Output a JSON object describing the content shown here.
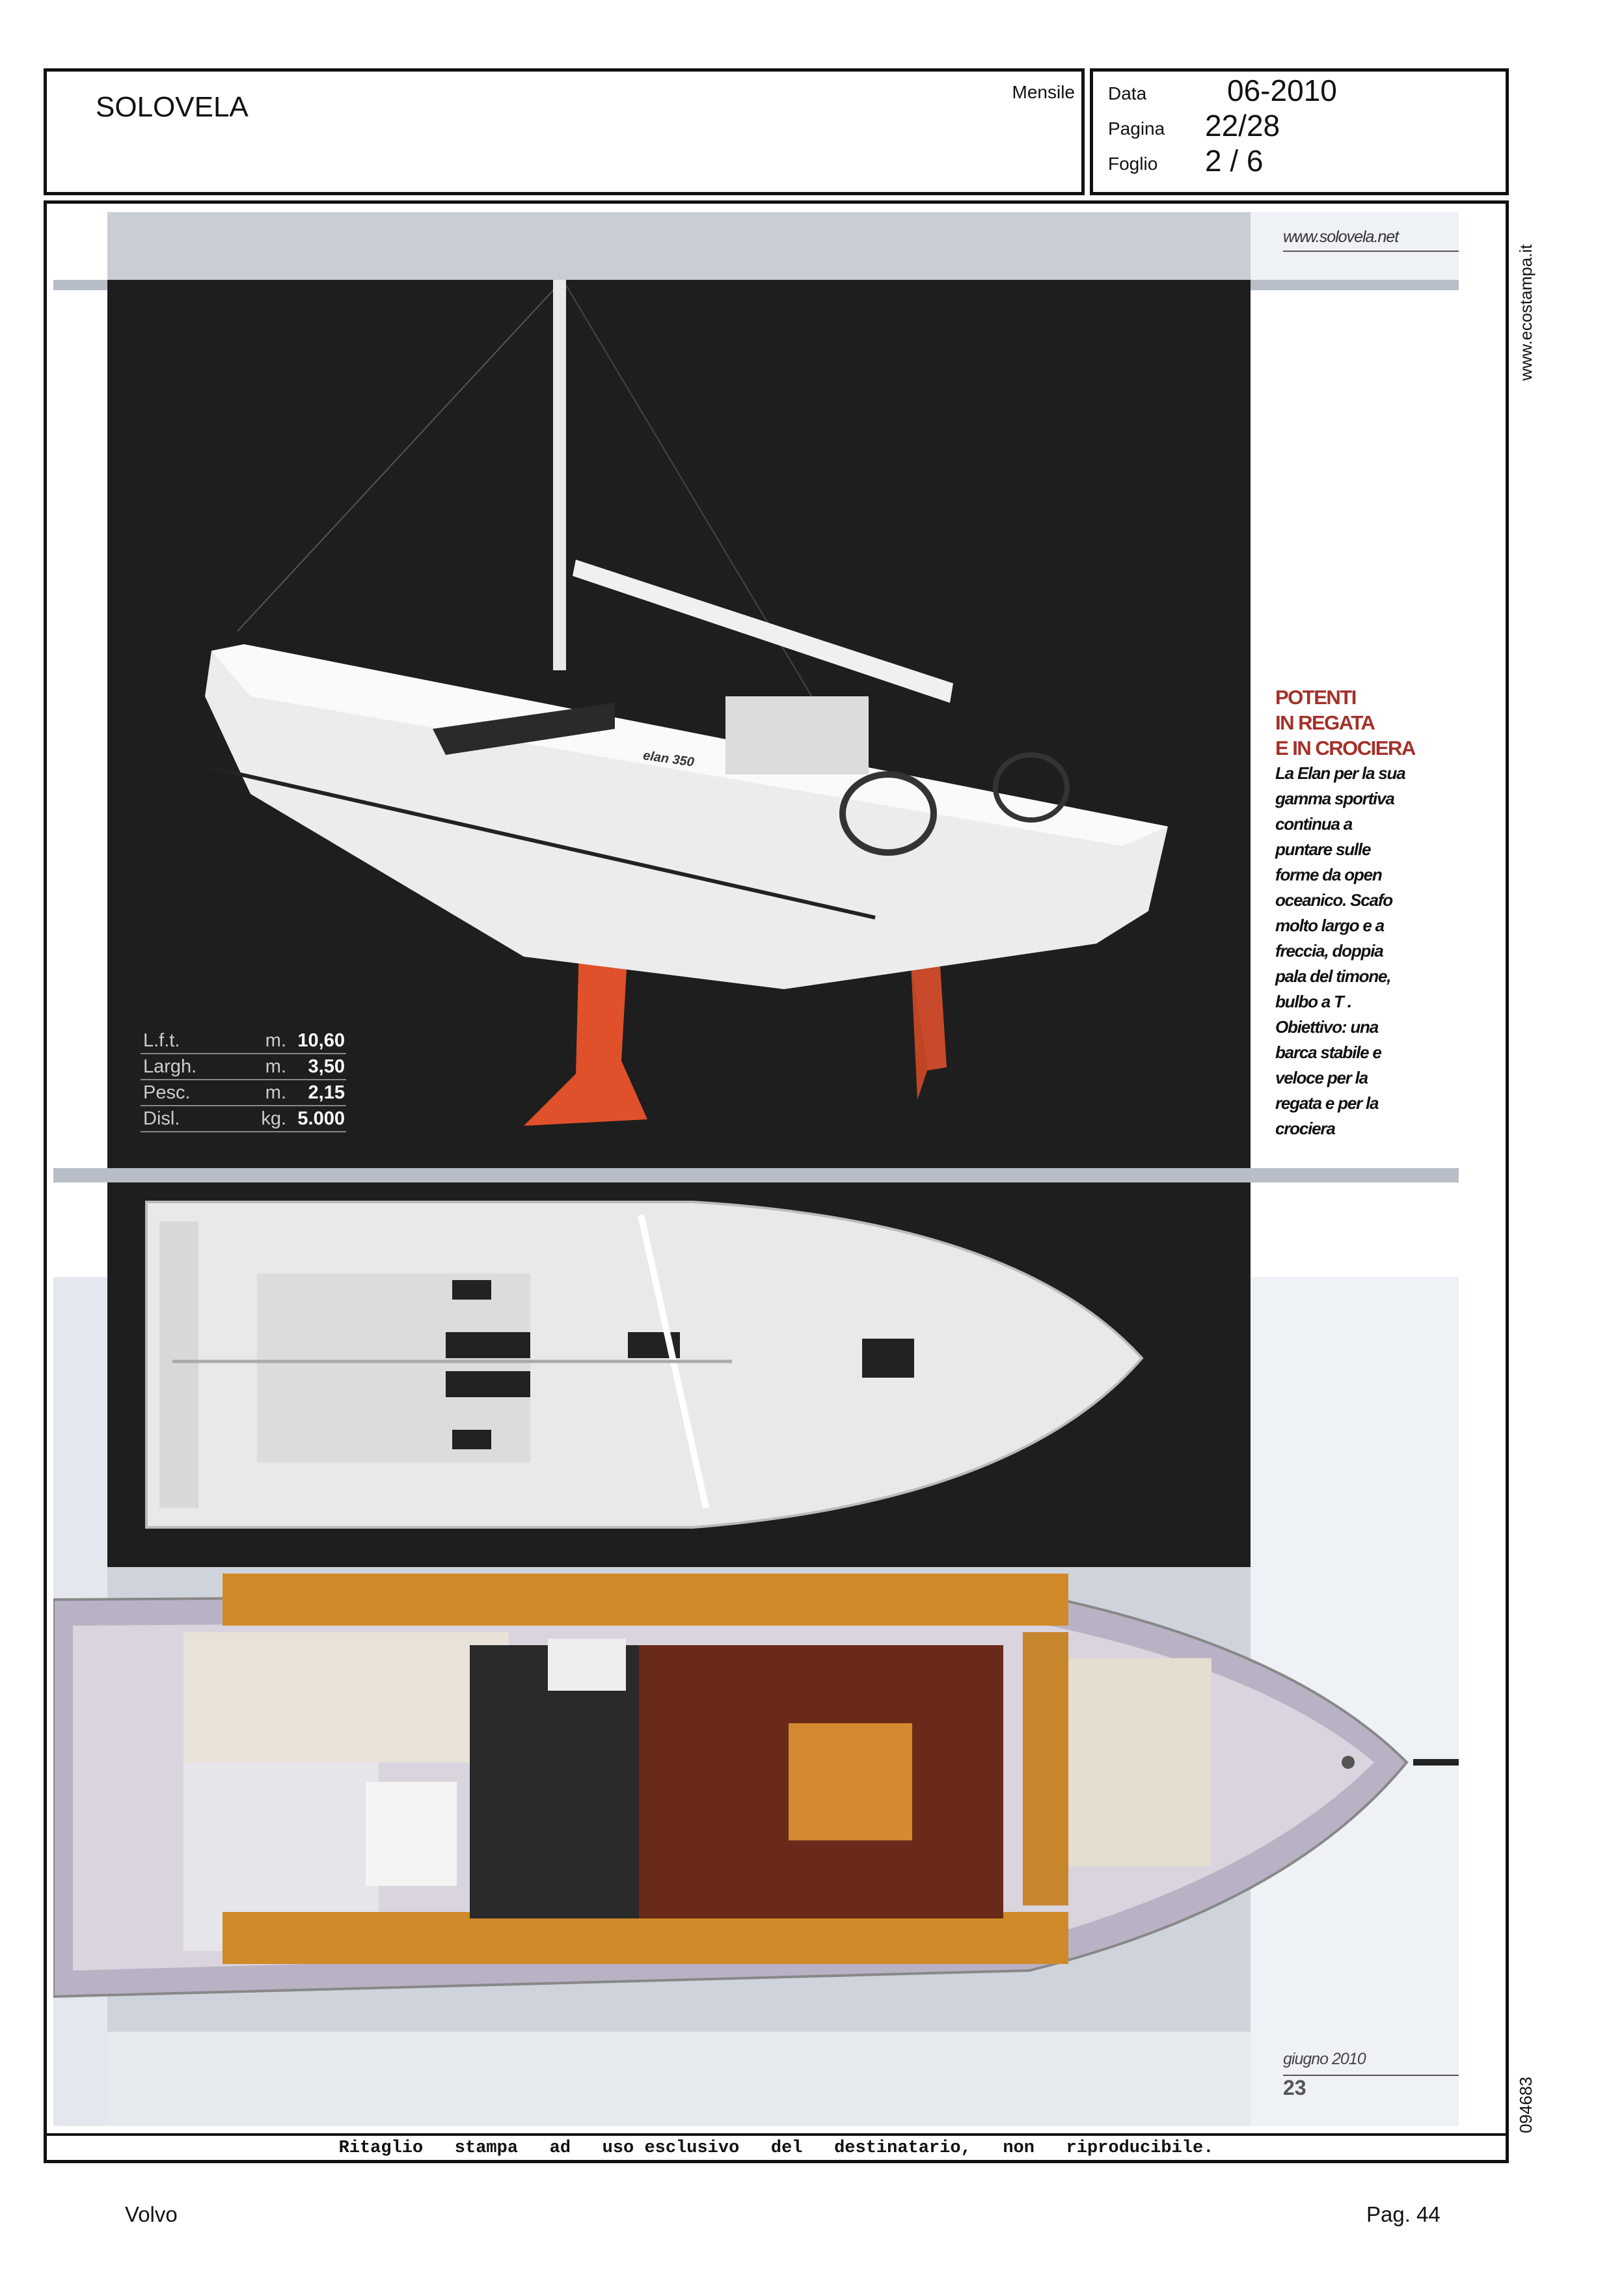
{
  "header": {
    "publication": "SOLOVELA",
    "frequency": "Mensile",
    "fields": [
      {
        "label": "Data",
        "value": "06-2010"
      },
      {
        "label": "Pagina",
        "value": "22/28"
      },
      {
        "label": "Foglio",
        "value": "2 / 6"
      }
    ]
  },
  "article": {
    "site_url": "www.solovela.net",
    "specs": [
      {
        "label": "L.f.t.",
        "unit": "m.",
        "value": "10,60"
      },
      {
        "label": "Largh.",
        "unit": "m.",
        "value": "3,50"
      },
      {
        "label": "Pesc.",
        "unit": "m.",
        "value": "2,15"
      },
      {
        "label": "Disl.",
        "unit": "kg.",
        "value": "5.000"
      }
    ],
    "sidebar_title": [
      "POTENTI",
      "IN REGATA",
      "E IN CROCIERA"
    ],
    "sidebar_body": [
      "La Elan per la sua",
      "gamma sportiva",
      "continua a",
      "puntare sulle",
      "forme da open",
      "oceanico. Scafo",
      "molto largo e a",
      "freccia, doppia",
      "pala del timone,",
      "bulbo a T .",
      "Obiettivo: una",
      "barca stabile e",
      "veloce per la",
      "regata e per la",
      "crociera"
    ],
    "issue_date": "giugno 2010",
    "page_number": "23",
    "boat_model_mark": "elan 350"
  },
  "clipping_notice": "Ritaglio   stampa   ad   uso esclusivo   del   destinatario,   non   riproducibile.",
  "side_url": "www.ecostampa.it",
  "code": "094683",
  "footer": {
    "left": "Volvo",
    "right": "Pag. 44"
  },
  "colors": {
    "title_red": "#a3312a",
    "keel_orange": "#e0502a",
    "dark_bg": "#1e1e1e"
  }
}
